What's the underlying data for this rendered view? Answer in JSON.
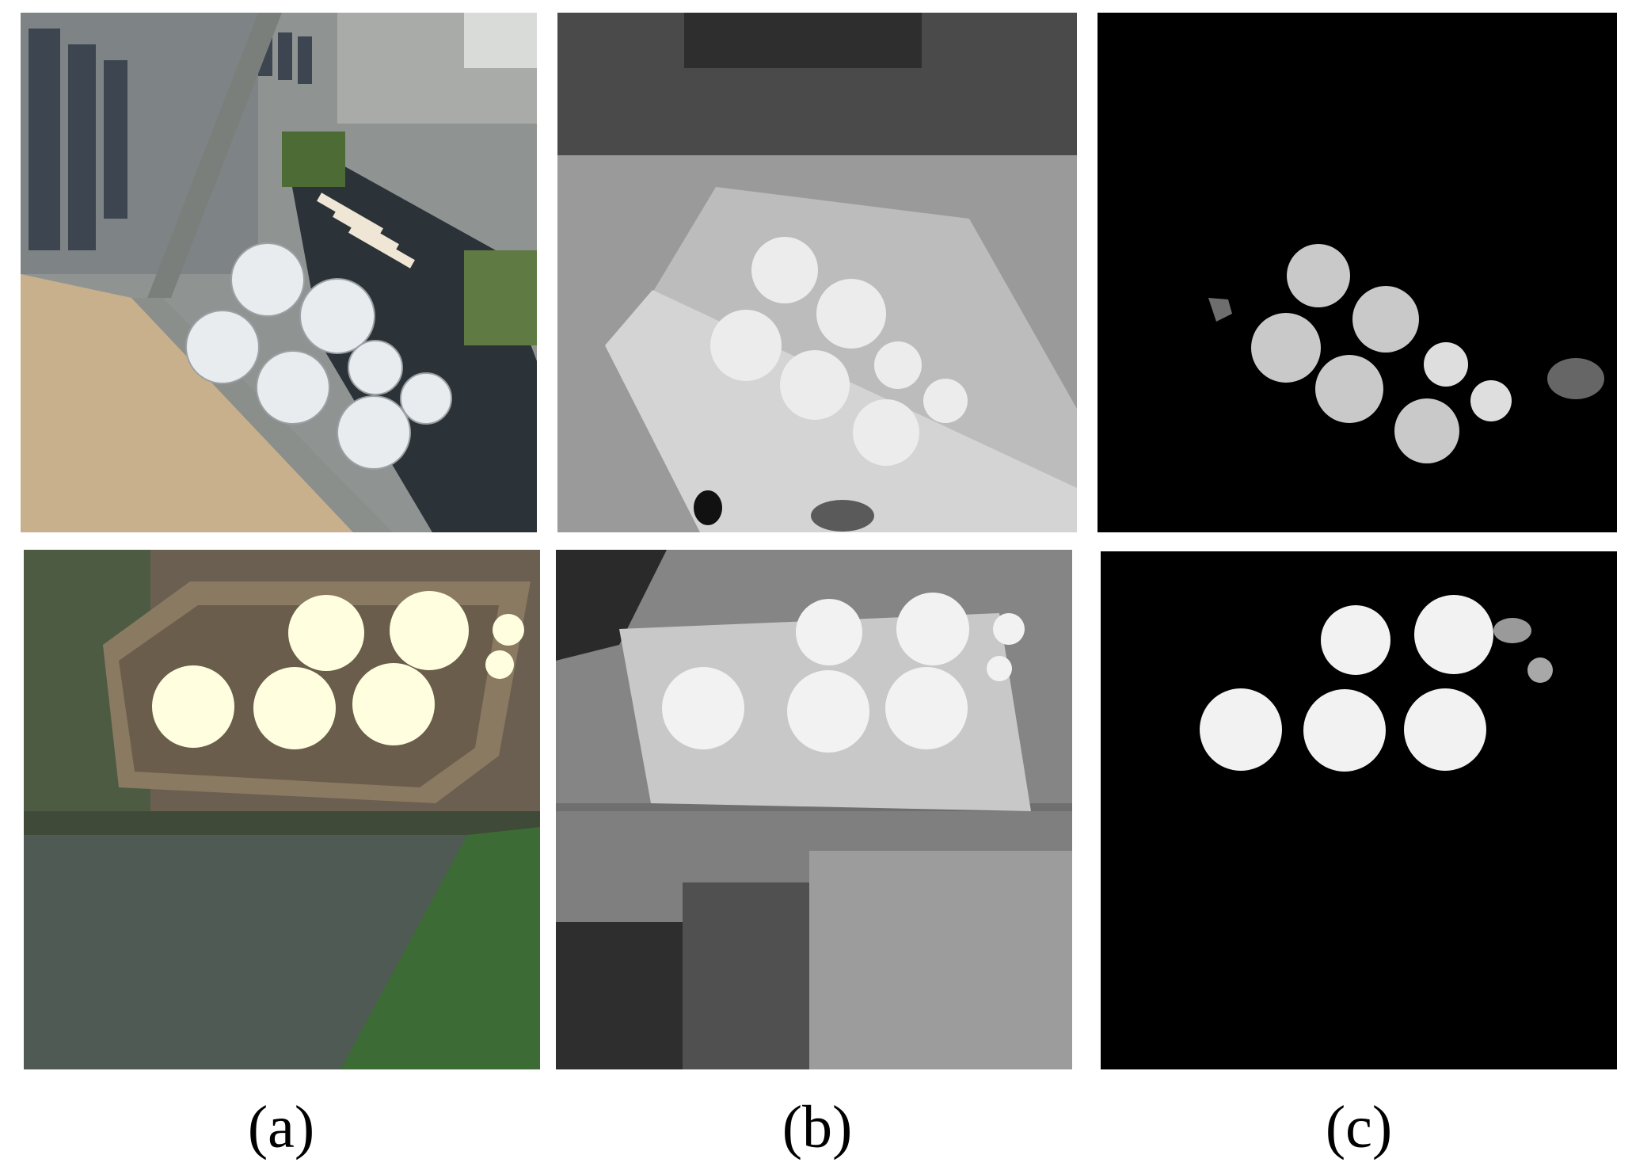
{
  "figure": {
    "columns": [
      {
        "caption": "(a)"
      },
      {
        "caption": "(b)"
      },
      {
        "caption": "(c)"
      }
    ],
    "panels": [
      {
        "row": "top",
        "column": "a",
        "content": "aerial-photo-industrial-storage-tanks"
      },
      {
        "row": "top",
        "column": "b",
        "content": "grayscale-depth-map"
      },
      {
        "row": "top",
        "column": "c",
        "content": "tank-mask-on-black"
      },
      {
        "row": "bottom",
        "column": "a",
        "content": "aerial-photo-tank-farm-and-pond"
      },
      {
        "row": "bottom",
        "column": "b",
        "content": "grayscale-depth-map"
      },
      {
        "row": "bottom",
        "column": "c",
        "content": "tank-mask-on-black"
      }
    ]
  }
}
